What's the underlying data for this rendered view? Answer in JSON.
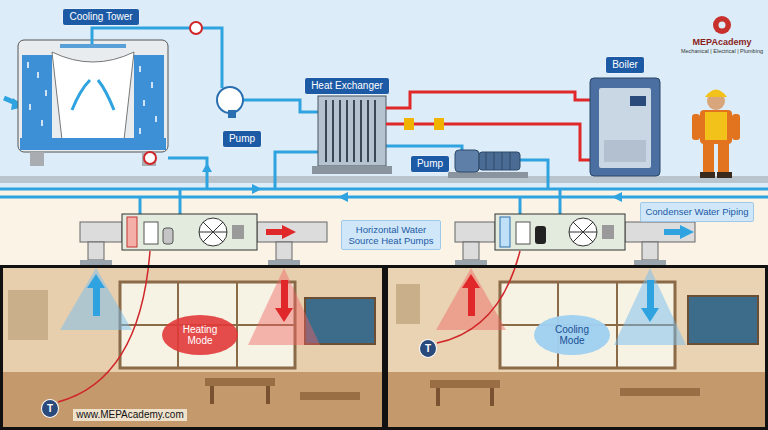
{
  "diagram": {
    "nodes": [
      {
        "text": [
          "Cooling Tower"
        ]
      },
      {
        "text": [
          "Pump"
        ]
      },
      {
        "text": [
          "Heat Exchanger"
        ]
      },
      {
        "text": [
          "Boiler"
        ]
      },
      {
        "text": [
          "Pump"
        ]
      },
      {
        "text": [
          "Horizontal Water Source Heat Pumps"
        ]
      },
      {
        "text": [
          "Condenser Water Piping"
        ]
      },
      {
        "text": [
          "Heating Mode"
        ]
      },
      {
        "text": [
          "T"
        ]
      },
      {
        "text": [
          "Cooling Mode"
        ]
      },
      {
        "text": [
          "T"
        ]
      }
    ],
    "labels": [
      "MEPAcademy",
      "Mechanical | Electrical | Plumbing",
      "www.MEPAcademy.com"
    ]
  }
}
